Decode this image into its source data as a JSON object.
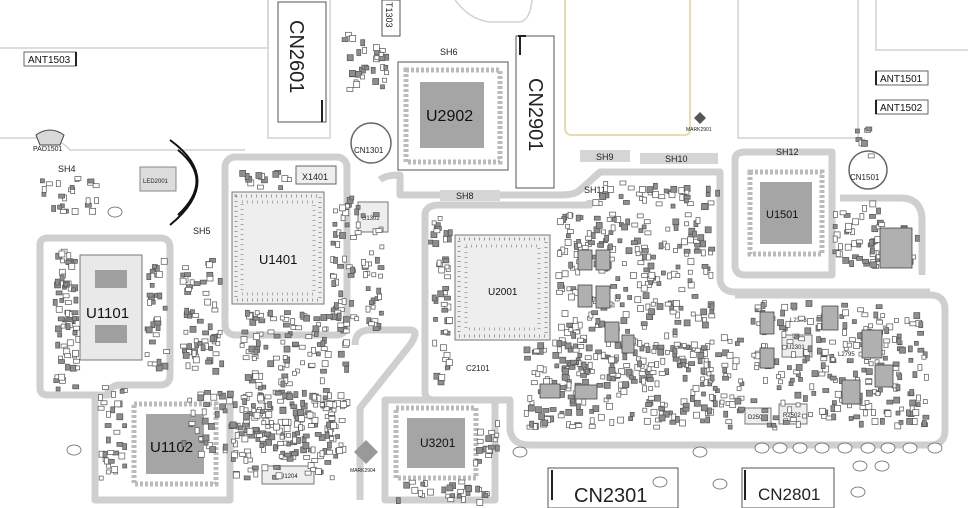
{
  "colors": {
    "trace": "#cfcfcf",
    "component": "#9a9a9a",
    "chip": "#a7a7a7",
    "ink": "#222222",
    "outline": "#d4d4d4",
    "gold": "#e6dcb4"
  },
  "connectors": {
    "cn2601": "CN2601",
    "cn2901": "CN2901",
    "cn2301": "CN2301",
    "cn2801": "CN2801",
    "t1303": "T1303"
  },
  "ics": {
    "u2902": "U2902",
    "u1401": "U1401",
    "u2001": "U2001",
    "u1101": "U1101",
    "u1102": "U1102",
    "u3201": "U3201",
    "u1501": "U1501"
  },
  "antennas": {
    "ant1503": "ANT1503",
    "ant1501": "ANT1501",
    "ant1502": "ANT1502"
  },
  "shields": {
    "sh4": "SH4",
    "sh5": "SH5",
    "sh6": "SH6",
    "sh8": "SH8",
    "sh9": "SH9",
    "sh10": "SH10",
    "sh11": "SH11",
    "sh12": "SH12"
  },
  "small_labels": {
    "pad1501": "PAD1501",
    "cn1301": "CN1301",
    "cn1501": "CN1501",
    "x1401": "X1401",
    "c2101": "C2101",
    "led2001": "LED2001",
    "mark2901": "MARK2901",
    "mark2904": "MARK2904",
    "u1302": "U1302",
    "u1204": "U1204",
    "u2301": "U2301",
    "l2303": "L2303",
    "l2795": "L2795",
    "d2503": "D2503",
    "r2502": "R2502"
  }
}
